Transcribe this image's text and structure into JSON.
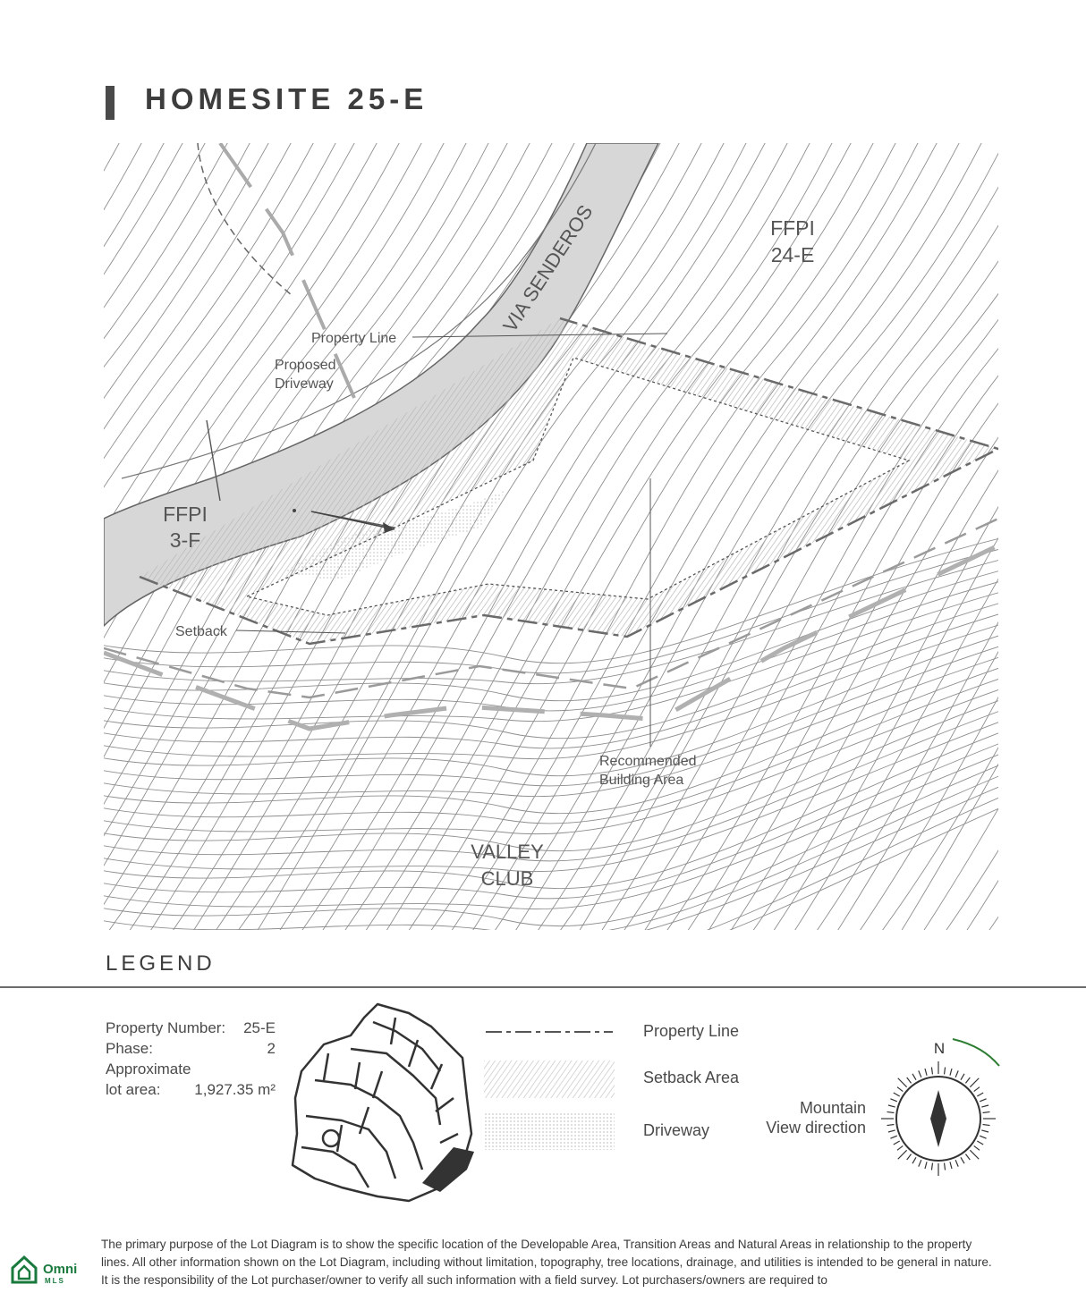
{
  "header": {
    "title": "HOMESITE 25-E"
  },
  "map": {
    "labels": {
      "ffpi_24e_line1": "FFPI",
      "ffpi_24e_line2": "24-E",
      "ffpi_3f_line1": "FFPI",
      "ffpi_3f_line2": "3-F",
      "road": "VIA SENDEROS",
      "property_line": "Property Line",
      "driveway_line1": "Proposed",
      "driveway_line2": "Driveway",
      "setback": "Setback",
      "building_line1": "Recommended",
      "building_line2": "Building Area",
      "valley_line1": "VALLEY",
      "valley_line2": "CLUB"
    }
  },
  "legend": {
    "title": "LEGEND",
    "property_number_label": "Property Number:",
    "property_number_value": "25-E",
    "phase_label": "Phase:",
    "phase_value": "2",
    "area_label_line1": "Approximate",
    "area_label_line2": "lot area:",
    "area_value": "1,927.35 m²",
    "items": [
      {
        "label": "Property Line"
      },
      {
        "label": "Setback Area"
      },
      {
        "label": "Driveway"
      }
    ],
    "mountain_line1": "Mountain",
    "mountain_line2": "View direction",
    "compass_n": "N",
    "compass_arc_color": "#2e7d32"
  },
  "logo": {
    "line1": "Omni",
    "line2": "MLS",
    "color": "#1a7a3e"
  },
  "footer": {
    "disclaimer": "The primary purpose of the Lot Diagram is to show the specific location of the Developable Area, Transition Areas and Natural Areas in relationship to the property lines. All other information shown on the Lot Diagram, including without limitation, topography, tree locations, drainage, and utilities is intended to be general in nature. It is the responsibility of the Lot purchaser/owner to verify all such information with a field survey. Lot purchasers/owners are required to"
  }
}
